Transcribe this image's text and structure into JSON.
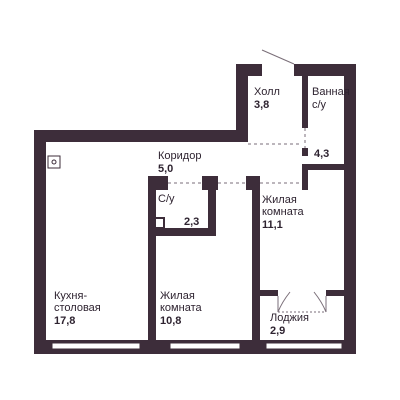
{
  "rooms": {
    "hall": {
      "name": "Холл",
      "area": "3,8"
    },
    "bathroom": {
      "name_line1": "Ванная",
      "name_line2": "с/у",
      "area": "4,3"
    },
    "corridor": {
      "name": "Коридор",
      "area": "5,0"
    },
    "wc": {
      "name": "С/у",
      "area": "2,3"
    },
    "bedroom_1": {
      "name_line1": "Жилая",
      "name_line2": "комната",
      "area": "11,1"
    },
    "kitchen": {
      "name_line1": "Кухня-",
      "name_line2": "столовая",
      "area": "17,8"
    },
    "bedroom_2": {
      "name_line1": "Жилая",
      "name_line2": "комната",
      "area": "10,8"
    },
    "loggia": {
      "name": "Лоджия",
      "area": "2,9"
    }
  },
  "colors": {
    "wall": "#3d2d3a",
    "text": "#2e2330",
    "door_line": "#7a6e78",
    "window_pane": "#ffffff"
  }
}
